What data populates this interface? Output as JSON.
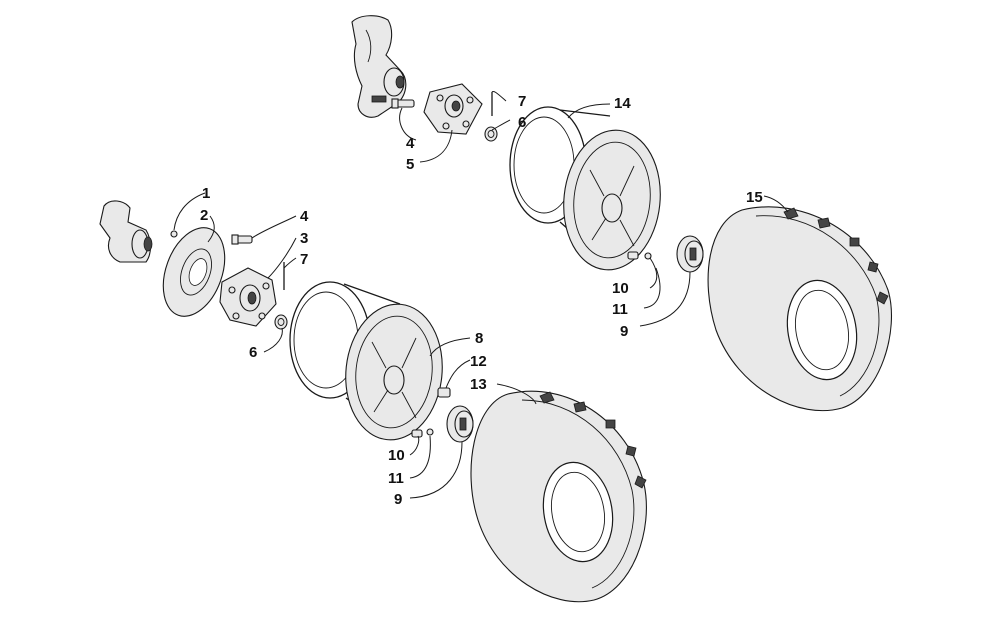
{
  "callouts": {
    "c1": "1",
    "c2": "2",
    "c3": "3",
    "c4a": "4",
    "c4b": "4",
    "c5": "5",
    "c6a": "6",
    "c6b": "6",
    "c7a": "7",
    "c7b": "7",
    "c8": "8",
    "c9a": "9",
    "c9b": "9",
    "c10a": "10",
    "c10b": "10",
    "c11a": "11",
    "c11b": "11",
    "c12": "12",
    "c13": "13",
    "c14": "14",
    "c15": "15"
  }
}
